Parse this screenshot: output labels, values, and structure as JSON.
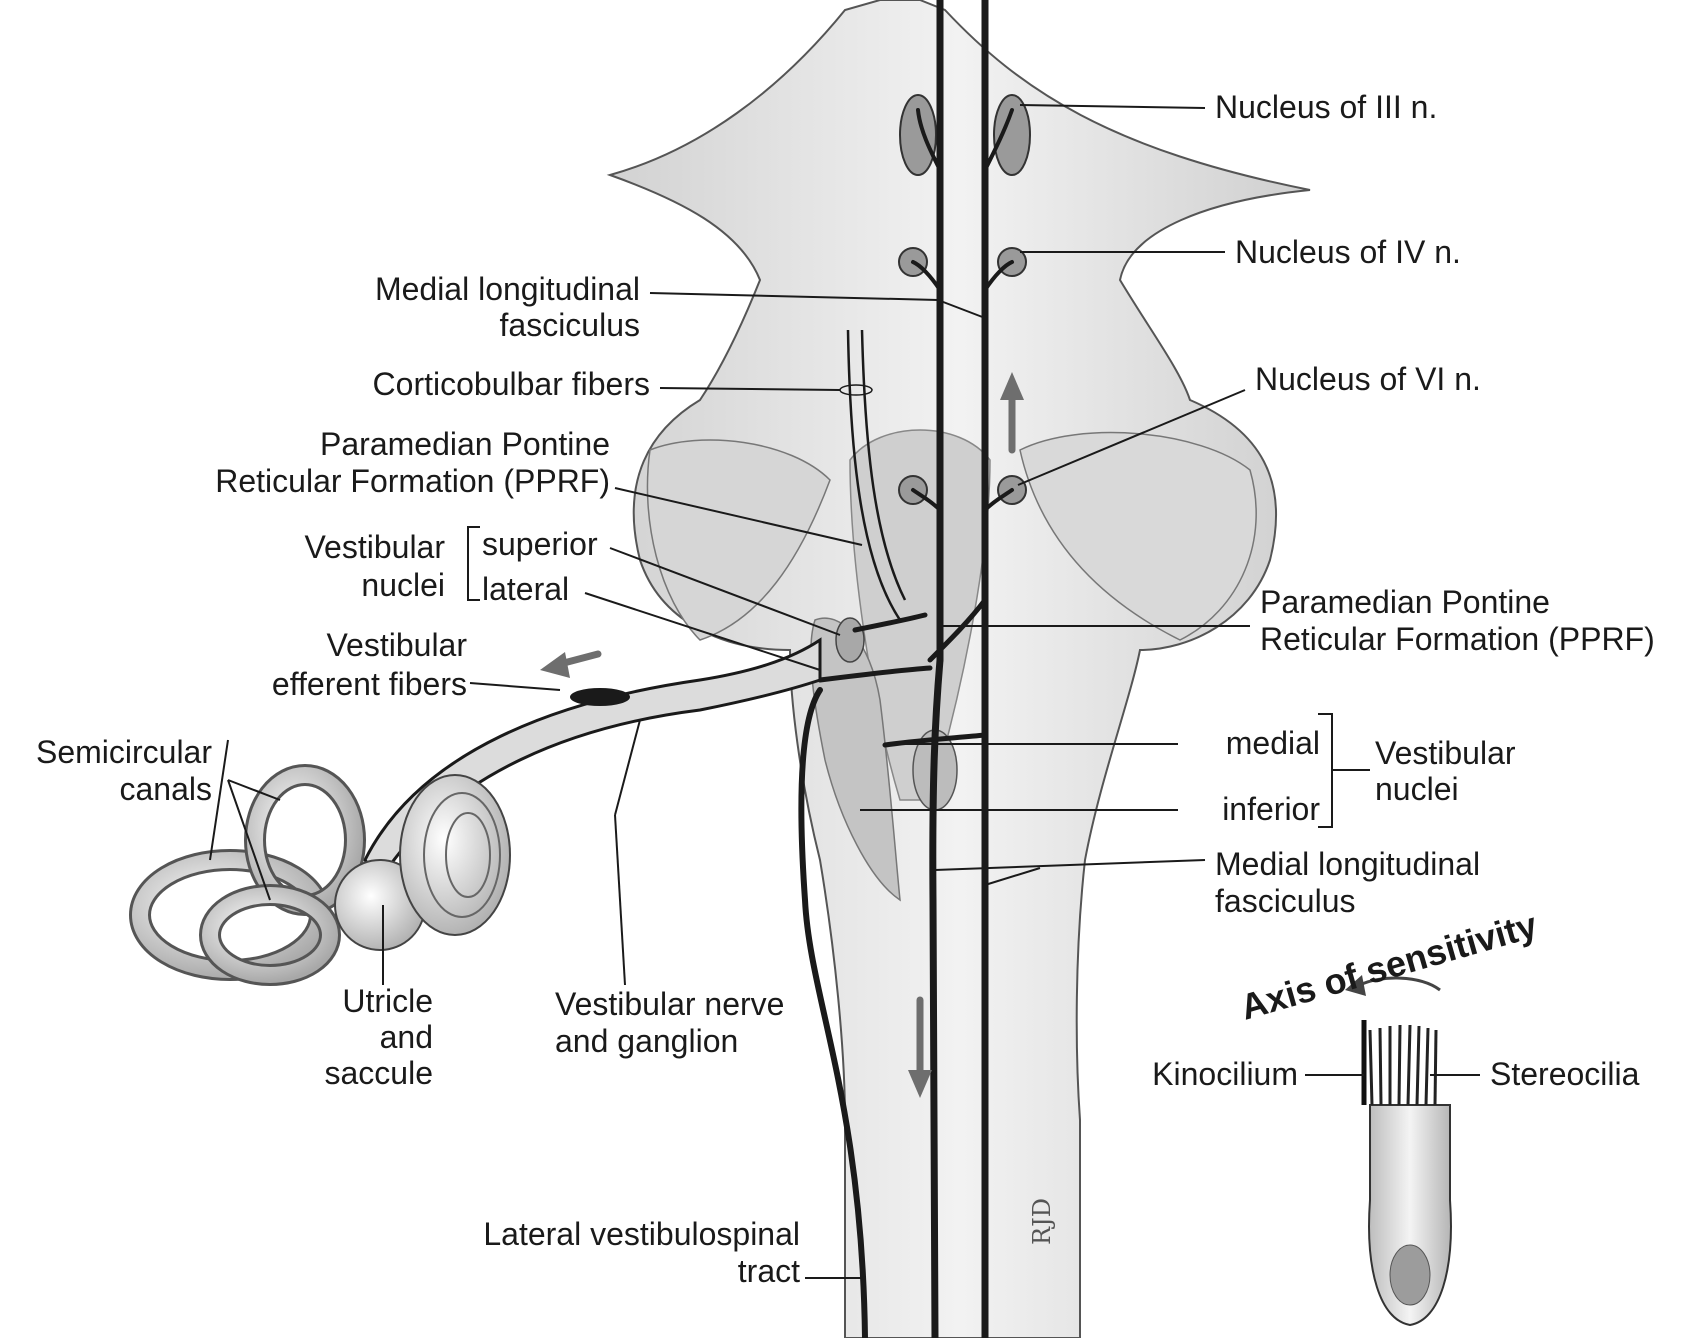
{
  "labels": {
    "nucleus_iii": "Nucleus of III n.",
    "nucleus_iv": "Nucleus of IV n.",
    "nucleus_vi": "Nucleus of VI n.",
    "mlf_top_line1": "Medial longitudinal",
    "mlf_top_line2": "fasciculus",
    "corticobulbar": "Corticobulbar fibers",
    "pprf_left_line1": "Paramedian Pontine",
    "pprf_left_line2": "Reticular Formation (PPRF)",
    "vestibular_nuclei_left_line1": "Vestibular",
    "vestibular_nuclei_left_line2": "nuclei",
    "superior": "superior",
    "lateral": "lateral",
    "vestibular_efferent_line1": "Vestibular",
    "vestibular_efferent_line2": "efferent fibers",
    "pprf_right_line1": "Paramedian Pontine",
    "pprf_right_line2": "Reticular Formation (PPRF)",
    "semicircular_line1": "Semicircular",
    "semicircular_line2": "canals",
    "medial": "medial",
    "inferior": "inferior",
    "vestibular_nuclei_right_line1": "Vestibular",
    "vestibular_nuclei_right_line2": "nuclei",
    "mlf_bottom_line1": "Medial longitudinal",
    "mlf_bottom_line2": "fasciculus",
    "axis_of_sensitivity": "Axis of sensitivity",
    "utricle_line1": "Utricle",
    "utricle_line2": "and",
    "utricle_line3": "saccule",
    "vestibular_nerve_line1": "Vestibular nerve",
    "vestibular_nerve_line2": "and ganglion",
    "kinocilium": "Kinocilium",
    "stereocilia": "Stereocilia",
    "lateral_vestibulospinal_line1": "Lateral vestibulospinal",
    "lateral_vestibulospinal_line2": "tract",
    "signature": "RJD"
  },
  "colors": {
    "brainstem_fill": "#e6e6e6",
    "brainstem_shade": "#c8c8c8",
    "nucleus_fill": "#9a9a9a",
    "line": "#1a1a1a",
    "arrow": "#6e6e6e"
  }
}
